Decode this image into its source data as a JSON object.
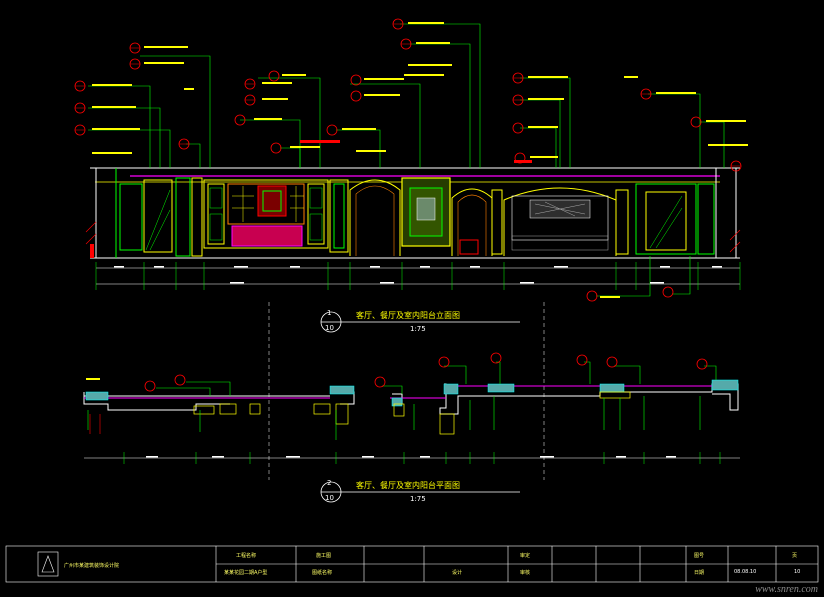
{
  "colors": {
    "background": "#000000",
    "wall": "#ffffff",
    "yellow": "#ffff00",
    "green": "#00ff00",
    "magenta": "#ff00ff",
    "red": "#ff0000",
    "cyan": "#00ffff",
    "orange": "#ff8000"
  },
  "views": [
    {
      "num": "1",
      "sheet": "10",
      "title": "客厅、餐厅及室内阳台立面图",
      "scale": "1:75"
    },
    {
      "num": "2",
      "sheet": "10",
      "title": "客厅、餐厅及室内阳台平面图",
      "scale": "1:75"
    }
  ],
  "title_block": {
    "company": "广州市某建筑装饰设计院",
    "project_label": "工程名称",
    "project_value": "某某花园二期A户型",
    "drawing_label": "图纸名称",
    "designer_label": "设计",
    "check_label": "审核",
    "approve_label": "审定",
    "sheet_label": "图号",
    "date_label": "日期",
    "date_value": "08.08.10",
    "page_label": "页",
    "page_value": "10",
    "stage_label": "施工图"
  },
  "watermark": "www.snren.com"
}
